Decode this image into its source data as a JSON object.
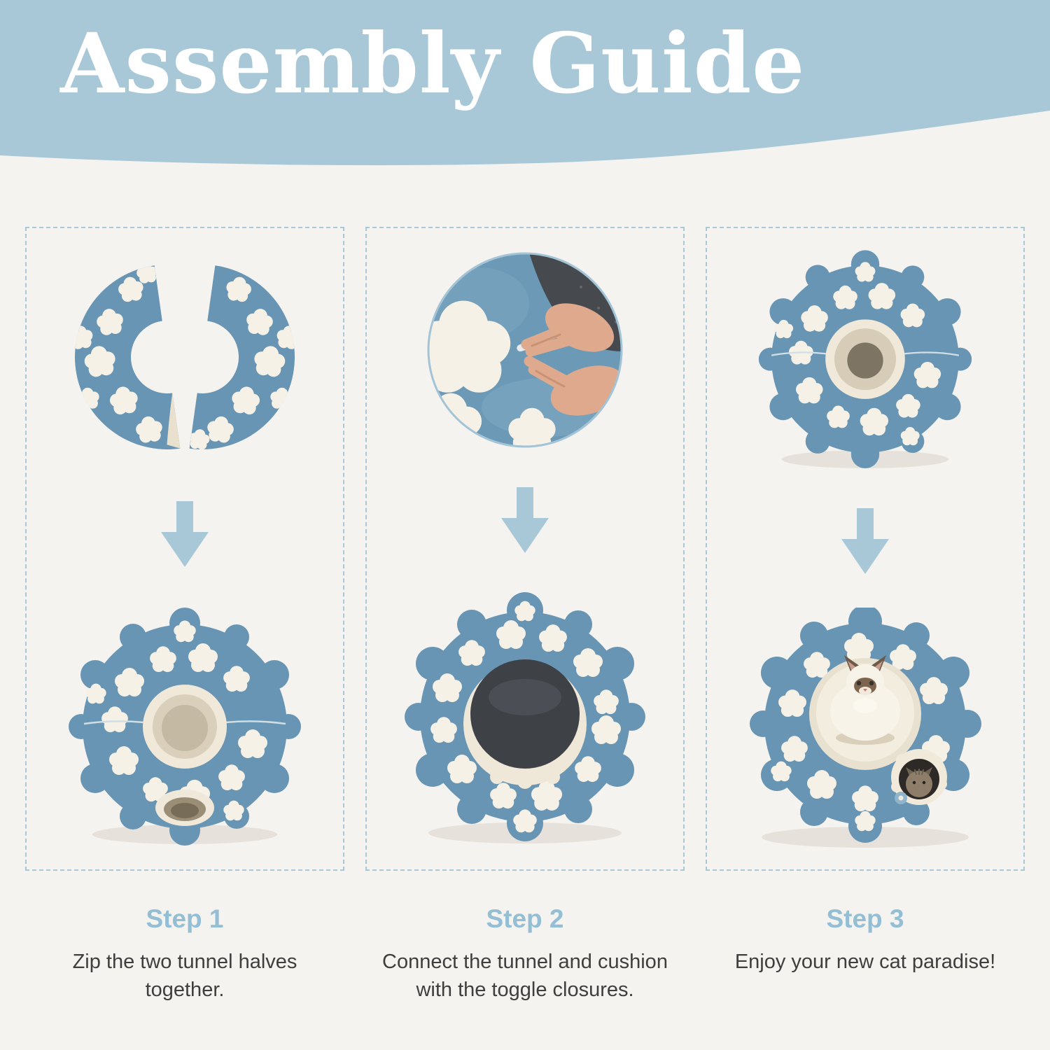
{
  "header": {
    "title": "Assembly Guide"
  },
  "steps": [
    {
      "label": "Step 1",
      "description": "Zip the two tunnel halves together.",
      "top_image": "two-tunnel-halves",
      "bottom_image": "zipped-tunnel-ring",
      "arrow_icon": "down-arrow"
    },
    {
      "label": "Step 2",
      "description": "Connect the tunnel and cushion with the toggle closures.",
      "top_image": "toggle-closure-closeup-photo",
      "bottom_image": "tunnel-with-cushion-attached",
      "arrow_icon": "down-arrow"
    },
    {
      "label": "Step 3",
      "description": "Enjoy your new cat paradise!",
      "top_image": "assembled-bed-top-view",
      "bottom_image": "finished-bed-with-cats",
      "arrow_icon": "down-arrow"
    }
  ],
  "colors": {
    "header_bg": "#a9c8d7",
    "header_text": "#ffffff",
    "page_bg": "#f5f3ef",
    "step_label": "#93bed4",
    "description": "#3e3e3e",
    "arrow": "#a9c8d7",
    "dashed_border": "#a9c8d7",
    "product_blue": "#6795b3",
    "cloud_cream": "#f6f1e6"
  }
}
